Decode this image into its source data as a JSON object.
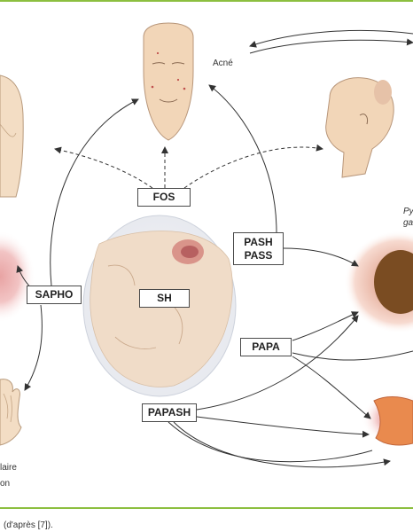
{
  "nodes": {
    "fos": "FOS",
    "sh": "SH",
    "pash": "PASH",
    "pass": "PASS",
    "sapho": "SAPHO",
    "papa": "PAPA",
    "papash": "PAPASH"
  },
  "labels": {
    "acne": "Acné",
    "pyoderma_1": "Py",
    "pyoderma_2": "ga",
    "bottom_left_1": "laire",
    "bottom_left_2": "on"
  },
  "caption": "(d'après [7])."
}
